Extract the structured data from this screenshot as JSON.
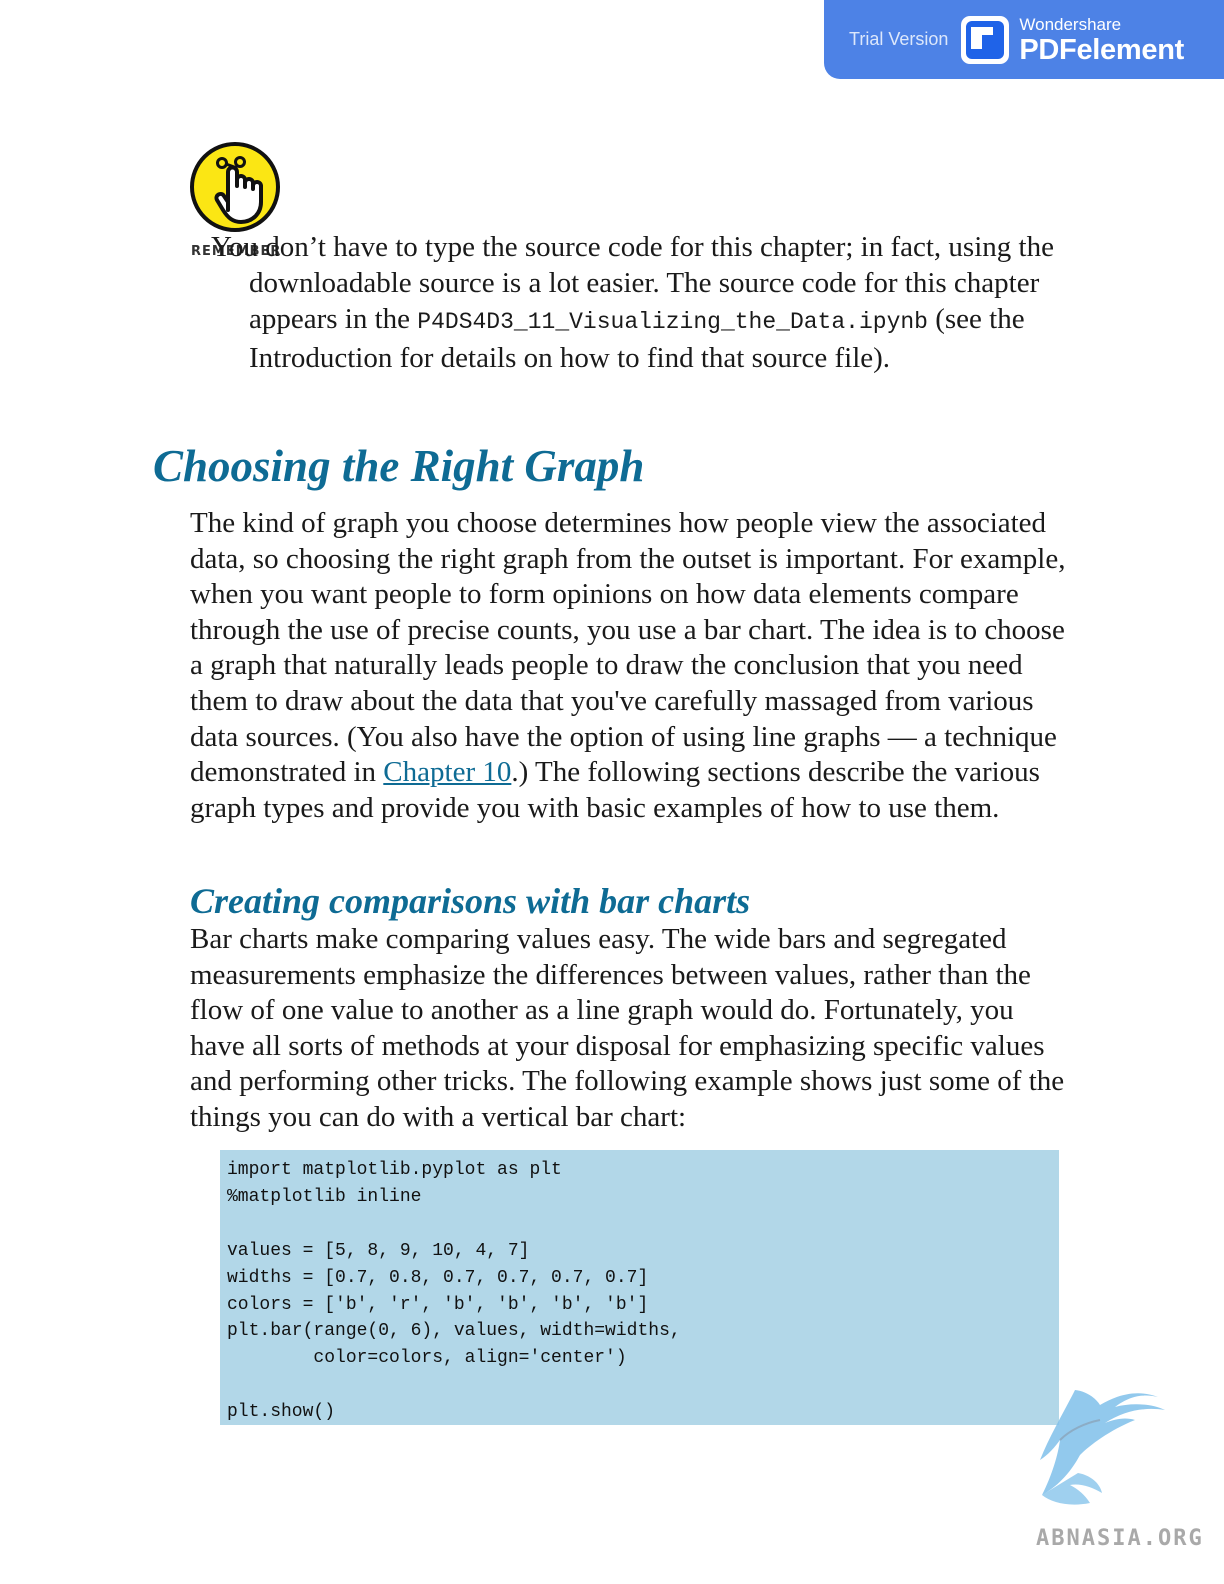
{
  "banner": {
    "trial_label": "Trial Version",
    "brand_top": "Wondershare",
    "brand_name": "PDFelement"
  },
  "remember": {
    "label": "REMEMBER",
    "icon": "finger-tied-string-icon",
    "text_before": "You don’t have to type the source code for this chapter; in fact, using the downloadable source is a lot easier. The source code for this chapter appears in the",
    "filename": "P4DS4D3_11_Visualizing_the_Data.ipynb",
    "text_after": "(see the Introduction for details on how to find that source file)."
  },
  "section": {
    "heading": "Choosing the Right Graph",
    "para_before_link": "The kind of graph you choose determines how people view the associated data, so choosing the right graph from the outset is important. For example, when you want people to form opinions on how data elements compare through the use of precise counts, you use a bar chart. The idea is to choose a graph that naturally leads people to draw the conclusion that you need them to draw about the data that you've carefully massaged from various data sources. (You also have the option of using line graphs — a technique demonstrated in",
    "link_text": "Chapter 10",
    "para_after_link": ".) The following sections describe the various graph types and provide you with basic examples of how to use them."
  },
  "subsection": {
    "heading": "Creating comparisons with bar charts",
    "para": "Bar charts make comparing values easy. The wide bars and segregated measurements emphasize the differences between values, rather than the flow of one value to another as a line graph would do. Fortunately, you have all sorts of methods at your disposal for emphasizing specific values and performing other tricks. The following example shows just some of the things you can do with a vertical bar chart:"
  },
  "code": {
    "lines": [
      "import matplotlib.pyplot as plt",
      "%matplotlib inline",
      "",
      "values = [5, 8, 9, 10, 4, 7]",
      "widths = [0.7, 0.8, 0.7, 0.7, 0.7, 0.7]",
      "colors = ['b', 'r', 'b', 'b', 'b', 'b']",
      "plt.bar(range(0, 6), values, width=widths,",
      "        color=colors, align='center')",
      "",
      "plt.show()"
    ]
  },
  "watermark": {
    "text": "ABNASIA.ORG",
    "icon": "griffin-logo-icon"
  }
}
